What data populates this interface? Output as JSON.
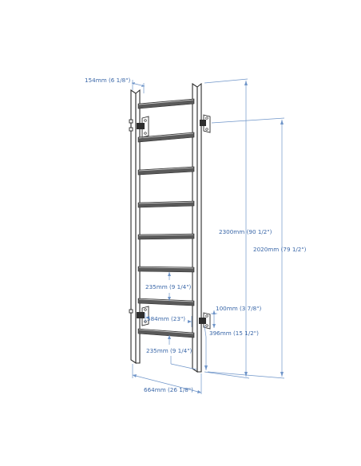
{
  "dimensions": {
    "depth": "154mm (6 1/8\")",
    "total_height": "2300mm (90 1/2\")",
    "mount_height": "2020mm (79 1/2\")",
    "rung_spacing_upper": "235mm (9 1/4\")",
    "rung_spacing_lower": "235mm (9 1/4\")",
    "bracket_offset": "100mm (3 7/8\")",
    "inner_width": "584mm (23\")",
    "bottom_bracket_height": "396mm (15 1/2\")",
    "outer_width": "664mm (26 1/8\")"
  },
  "colors": {
    "dimension": "#6f95c9",
    "label": "#3a67a8",
    "outline": "#2b2b2b",
    "rung": "#5a5a5a"
  }
}
